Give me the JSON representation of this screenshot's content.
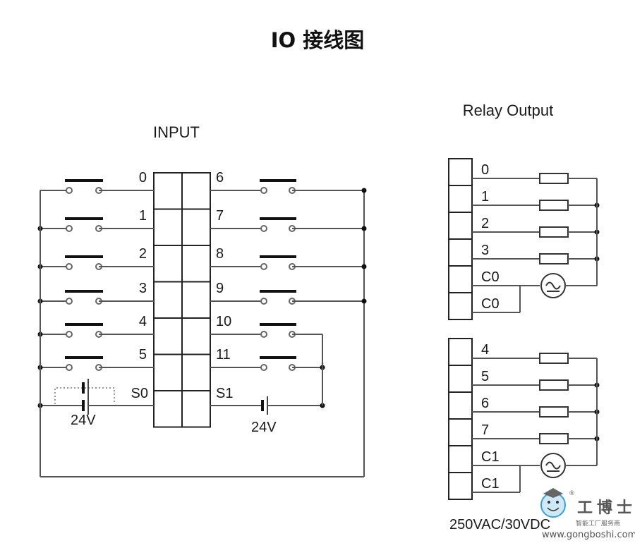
{
  "title": "IO 接线图",
  "input_section": {
    "header": "INPUT",
    "left_terminals": [
      "0",
      "1",
      "2",
      "3",
      "4",
      "5",
      "S0"
    ],
    "right_terminals": [
      "6",
      "7",
      "8",
      "9",
      "10",
      "11",
      "S1"
    ],
    "left_supply_label": "24V",
    "right_supply_label": "24V"
  },
  "relay_section": {
    "header": "Relay Output",
    "group1": {
      "terminals": [
        "0",
        "1",
        "2",
        "3",
        "C0",
        "C0"
      ]
    },
    "group2": {
      "terminals": [
        "4",
        "5",
        "6",
        "7",
        "C1",
        "C1"
      ]
    },
    "rating": "250VAC/30VDC"
  },
  "watermark": {
    "brand": "工博士",
    "tagline": "智能工厂服务商",
    "url": "www.gongboshi.com",
    "registered_mark": "®"
  },
  "colors": {
    "wire": "#555555",
    "line": "#222222",
    "text": "#1a1a1a"
  }
}
